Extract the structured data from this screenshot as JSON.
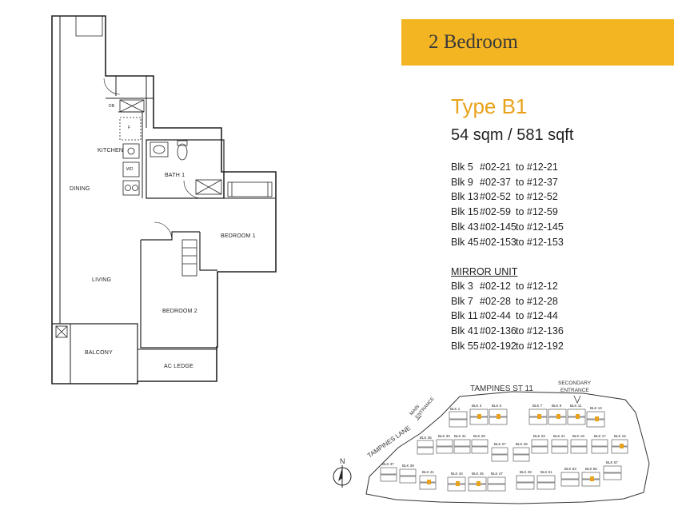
{
  "header": {
    "title": "2 Bedroom"
  },
  "unit": {
    "type": "Type B1",
    "area": "54 sqm / 581 sqft"
  },
  "units": [
    {
      "blk": "Blk 5",
      "from": "#02-21",
      "to": "to #12-21"
    },
    {
      "blk": "Blk 9",
      "from": "#02-37",
      "to": "to #12-37"
    },
    {
      "blk": "Blk 13",
      "from": "#02-52",
      "to": "to #12-52"
    },
    {
      "blk": "Blk 15",
      "from": "#02-59",
      "to": "to #12-59"
    },
    {
      "blk": "Blk 43",
      "from": "#02-145",
      "to": "to #12-145"
    },
    {
      "blk": "Blk 45",
      "from": "#02-153",
      "to": "to #12-153"
    }
  ],
  "mirror": {
    "heading": "MIRROR UNIT",
    "units": [
      {
        "blk": "Blk 3",
        "from": "#02-12",
        "to": "to #12-12"
      },
      {
        "blk": "Blk 7",
        "from": "#02-28",
        "to": "to #12-28"
      },
      {
        "blk": "Blk 11",
        "from": "#02-44",
        "to": "to #12-44"
      },
      {
        "blk": "Blk 41",
        "from": "#02-136",
        "to": "to #12-136"
      },
      {
        "blk": "Blk 55",
        "from": "#02-192",
        "to": "to #12-192"
      }
    ]
  },
  "floorplan": {
    "rooms": {
      "db": "DB",
      "f": "F",
      "kitchen": "KITCHEN",
      "wd": "WD",
      "bath": "BATH 1",
      "dining": "DINING",
      "bedroom1": "BEDROOM 1",
      "living": "LIVING",
      "bedroom2": "BEDROOM 2",
      "balcony": "BALCONY",
      "ac_ledge": "AC LEDGE"
    }
  },
  "siteplan": {
    "road_north": "TAMPINES ST 11",
    "road_west": "TAMPINES LANE",
    "main_entrance": [
      "MAIN",
      "ENTRANCE"
    ],
    "secondary_entrance": [
      "SECONDARY",
      "ENTRANCE"
    ],
    "north": "N",
    "blocks": [
      "BLK 1",
      "BLK 3",
      "BLK 5",
      "BLK 7",
      "BLK 9",
      "BLK 11",
      "BLK 13",
      "BLK 35",
      "BLK 33",
      "BLK 31",
      "BLK 29",
      "BLK 27",
      "BLK 25",
      "BLK 23",
      "BLK 21",
      "BLK 19",
      "BLK 17",
      "BLK 15",
      "BLK 37",
      "BLK 39",
      "BLK 41",
      "BLK 43",
      "BLK 45",
      "BLK 47",
      "BLK 49",
      "BLK 51",
      "BLK 53",
      "BLK 55",
      "BLK 57"
    ],
    "highlight_color": "#E8A21B"
  },
  "colors": {
    "banner": "#F3B522",
    "accent": "#E8A21B"
  }
}
